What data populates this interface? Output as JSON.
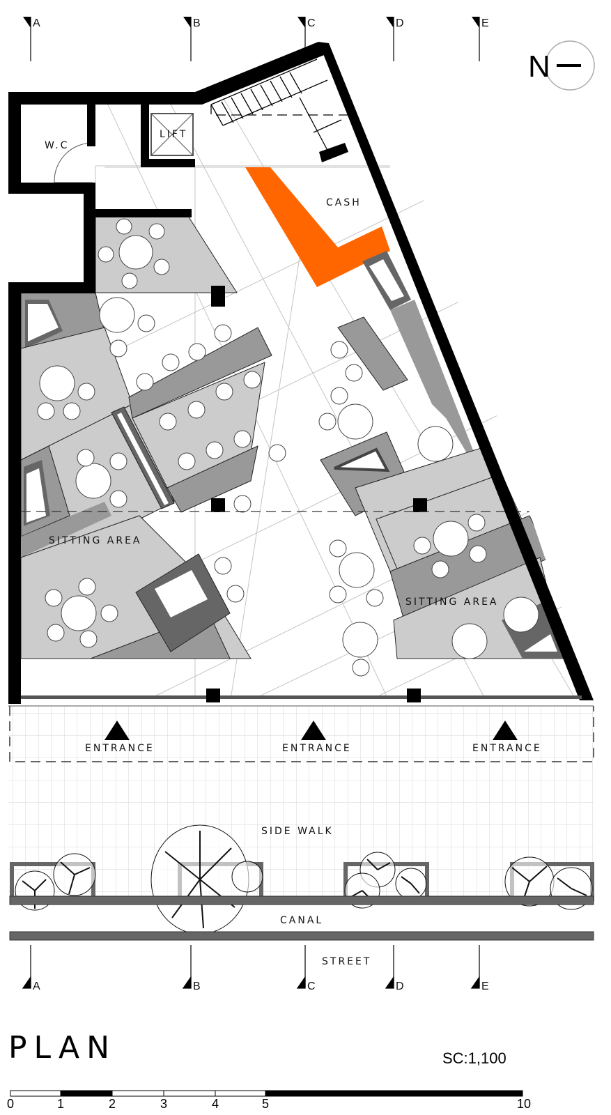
{
  "drawing": {
    "title": "PLAN",
    "scale_text": "SC:1,100",
    "north_label": "N",
    "colors": {
      "wall": "#000000",
      "cash_counter": "#ff6600",
      "light_zone": "#cccccc",
      "mid_zone": "#999999",
      "dark_zone": "#666666",
      "grid_line": "#bdbdbd",
      "street_bar": "#666666"
    }
  },
  "section_markers": {
    "top": [
      "A",
      "B",
      "C",
      "D",
      "E"
    ],
    "bottom": [
      "A",
      "B",
      "C",
      "D",
      "E"
    ]
  },
  "rooms": {
    "wc": "W.C",
    "lift": "LIFT",
    "cash": "CASH",
    "sitting_left": "SITTING AREA",
    "sitting_right": "SITTING AREA"
  },
  "entrances": [
    "ENTRANCE",
    "ENTRANCE",
    "ENTRANCE"
  ],
  "site": {
    "sidewalk": "SIDE WALK",
    "canal": "CANAL",
    "street": "STREET"
  },
  "scale_bar": {
    "ticks": [
      "0",
      "1",
      "2",
      "3",
      "4",
      "5",
      "10"
    ]
  }
}
